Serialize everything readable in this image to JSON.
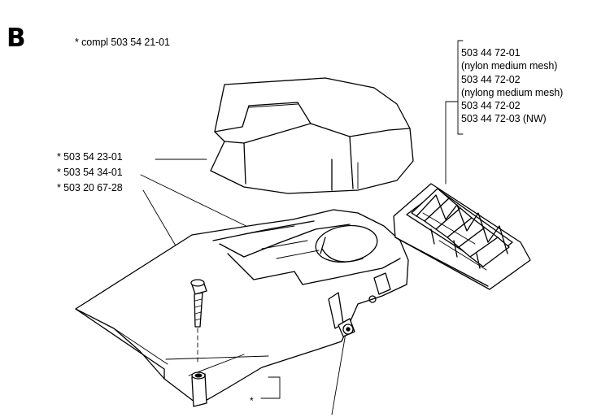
{
  "section": {
    "letter": "B",
    "compl_note": "* compl 503 54 21-01"
  },
  "parts": {
    "cover": "* 503 54 23-01",
    "plate": "* 503 54 34-01",
    "screw": "* 503 20 67-28"
  },
  "filter_parts": [
    "503 44 72-01",
    "(nylon medium mesh)",
    "503 44 72-02",
    "(nylong medium mesh)",
    "503 44 72-02",
    "503 44 72-03 (NW)"
  ],
  "bottom_mark": "*"
}
